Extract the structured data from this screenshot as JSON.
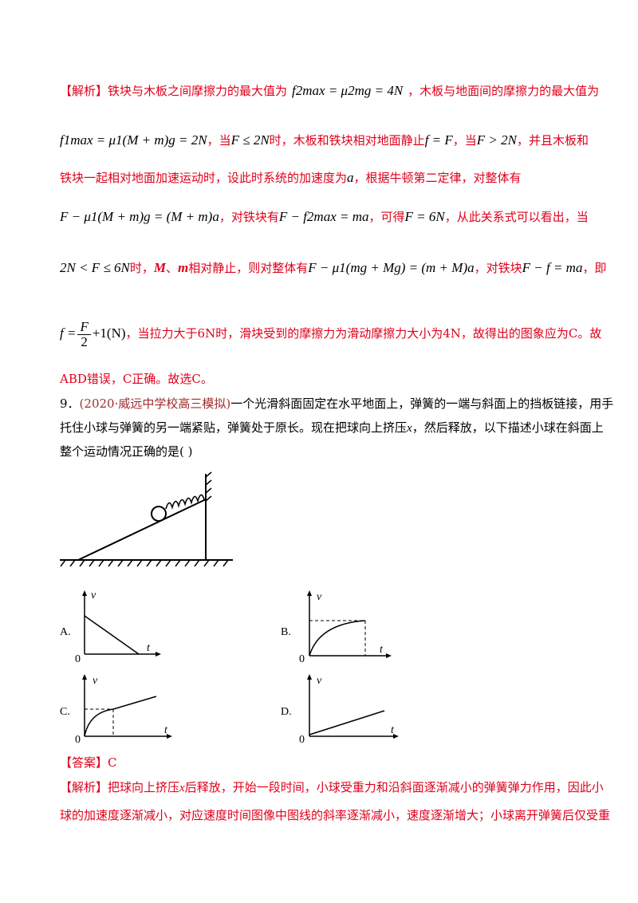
{
  "para1": {
    "tag": "【解析】",
    "t1": "铁块与木板之间摩擦力的最大值为",
    "m1": "f2max = μ2mg = 4N",
    "t2": "，木板与地面间的摩擦力的最大值为"
  },
  "para2": {
    "m1": "f1max = μ1(M + m)g = 2N",
    "t1": "，当",
    "m2": "F ≤ 2N",
    "t2": "时，木板和铁块相对地面静止",
    "m3": "f = F",
    "t3": "，当",
    "m4": "F > 2N",
    "t4": "，并且木板和"
  },
  "para3": {
    "t1": "铁块一起相对地面加速运动时，设此时系统的加速度为",
    "m1": "a",
    "t2": "，根据牛顿第二定律，对整体有"
  },
  "para4": {
    "m1": "F − μ1(M + m)g = (M + m)a",
    "t1": "，对铁块有",
    "m2": "F − f2max = ma",
    "t2": "，可得",
    "m3": "F = 6N",
    "t3": "，从此关系式可以看出，当"
  },
  "para5": {
    "m1": "2N < F ≤ 6N",
    "t1": "时，",
    "m2": "M",
    "t2": "、",
    "m3": "m",
    "t3": "相对静止，则对整体有",
    "m4": "F − μ1(mg + Mg) = (m + M)a",
    "t4": "，对铁块",
    "m5": "F − f = ma",
    "t5": "，即"
  },
  "para6": {
    "m1_lhs": "f =",
    "m1_num": "F",
    "m1_den": "2",
    "m1_rhs": "+1(N)",
    "t1": "，当拉力大于6N时，滑块受到的摩擦力为滑动摩擦力大小为4N，故得出的图象应为C。故"
  },
  "para7": {
    "t1": "ABD错误，C正确。故选C。"
  },
  "question": {
    "number": "9．",
    "source": "(2020·威远中学校高三模拟)",
    "line1": "一个光滑斜面固定在水平地面上，弹簧的一端与斜面上的挡板链接，用手",
    "line2": "托住小球与弹簧的另一端紧贴，弹簧处于原长。现在把球向上挤压",
    "x": "x",
    "line2b": "，然后释放，以下描述小球在斜面上",
    "line3": "整个运动情况正确的是(        )"
  },
  "options": {
    "A": "A.",
    "B": "B.",
    "C": "C.",
    "D": "D.",
    "axis_v": "v",
    "axis_t": "t",
    "origin": "0"
  },
  "answer": {
    "tag": "【答案】",
    "value": "C"
  },
  "analysis": {
    "tag": "【解析】",
    "l1a": "把球向上挤压",
    "x": "x",
    "l1b": "后释放，开始一段时间，小球受重力和沿斜面逐渐减小的弹簧弹力作用，因此小",
    "l2": "球的加速度逐渐减小，对应速度时间图像中图线的斜率逐渐减小，速度逐渐增大；小球离开弹簧后仅受重"
  }
}
